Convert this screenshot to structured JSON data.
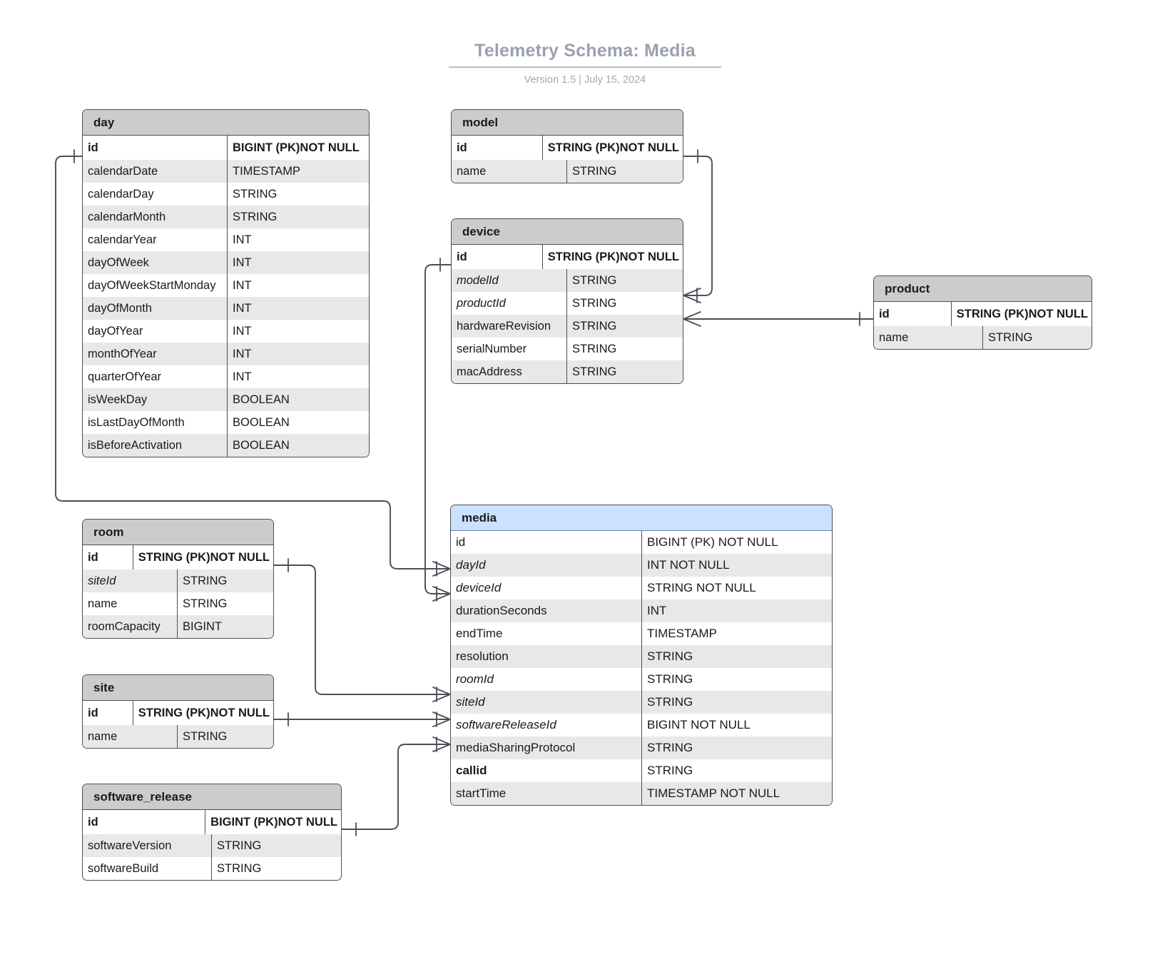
{
  "title": "Telemetry Schema: Media",
  "subtitle": "Version 1.5  |  July 15, 2024",
  "colors": {
    "accent_header": "#cce0ff",
    "default_header": "#cccccc",
    "row_alt": "#e8e8e8",
    "border": "#4a4f57",
    "title_text": "#9aa1ad"
  },
  "entities": [
    {
      "name": "day",
      "accent": false,
      "fields": [
        {
          "name": "id",
          "type": "BIGINT (PK)",
          "type2": "NOT NULL",
          "pk": true,
          "fk": false
        },
        {
          "name": "calendarDate",
          "type": "TIMESTAMP",
          "pk": false,
          "fk": false
        },
        {
          "name": "calendarDay",
          "type": "STRING",
          "pk": false,
          "fk": false
        },
        {
          "name": "calendarMonth",
          "type": "STRING",
          "pk": false,
          "fk": false
        },
        {
          "name": "calendarYear",
          "type": "INT",
          "pk": false,
          "fk": false
        },
        {
          "name": "dayOfWeek",
          "type": "INT",
          "pk": false,
          "fk": false
        },
        {
          "name": "dayOfWeekStartMonday",
          "type": "INT",
          "pk": false,
          "fk": false
        },
        {
          "name": "dayOfMonth",
          "type": "INT",
          "pk": false,
          "fk": false
        },
        {
          "name": "dayOfYear",
          "type": "INT",
          "pk": false,
          "fk": false
        },
        {
          "name": "monthOfYear",
          "type": "INT",
          "pk": false,
          "fk": false
        },
        {
          "name": "quarterOfYear",
          "type": "INT",
          "pk": false,
          "fk": false
        },
        {
          "name": "isWeekDay",
          "type": "BOOLEAN",
          "pk": false,
          "fk": false
        },
        {
          "name": "isLastDayOfMonth",
          "type": "BOOLEAN",
          "pk": false,
          "fk": false
        },
        {
          "name": "isBeforeActivation",
          "type": "BOOLEAN",
          "pk": false,
          "fk": false
        }
      ]
    },
    {
      "name": "model",
      "accent": false,
      "fields": [
        {
          "name": "id",
          "type": "STRING (PK)",
          "type2": "NOT NULL",
          "pk": true,
          "fk": false
        },
        {
          "name": "name",
          "type": "STRING",
          "pk": false,
          "fk": false
        }
      ]
    },
    {
      "name": "device",
      "accent": false,
      "fields": [
        {
          "name": "id",
          "type": "STRING (PK)",
          "type2": "NOT NULL",
          "pk": true,
          "fk": false
        },
        {
          "name": "modelId",
          "type": "STRING",
          "pk": false,
          "fk": true
        },
        {
          "name": "productId",
          "type": "STRING",
          "pk": false,
          "fk": true
        },
        {
          "name": "hardwareRevision",
          "type": "STRING",
          "pk": false,
          "fk": false
        },
        {
          "name": "serialNumber",
          "type": "STRING",
          "pk": false,
          "fk": false
        },
        {
          "name": "macAddress",
          "type": "STRING",
          "pk": false,
          "fk": false
        }
      ]
    },
    {
      "name": "product",
      "accent": false,
      "fields": [
        {
          "name": "id",
          "type": "STRING (PK)",
          "type2": "NOT NULL",
          "pk": true,
          "fk": false
        },
        {
          "name": "name",
          "type": "STRING",
          "pk": false,
          "fk": false
        }
      ]
    },
    {
      "name": "media",
      "accent": true,
      "fields": [
        {
          "name": "id",
          "type": "BIGINT (PK) NOT NULL",
          "pk": false,
          "fk": false
        },
        {
          "name": "dayId",
          "type": "INT NOT NULL",
          "pk": false,
          "fk": true
        },
        {
          "name": "deviceId",
          "type": "STRING NOT NULL",
          "pk": false,
          "fk": true
        },
        {
          "name": "durationSeconds",
          "type": "INT",
          "pk": false,
          "fk": false
        },
        {
          "name": "endTime",
          "type": "TIMESTAMP",
          "pk": false,
          "fk": false
        },
        {
          "name": "resolution",
          "type": "STRING",
          "pk": false,
          "fk": false
        },
        {
          "name": "roomId",
          "type": "STRING",
          "pk": false,
          "fk": true
        },
        {
          "name": "siteId",
          "type": "STRING",
          "pk": false,
          "fk": true
        },
        {
          "name": "softwareReleaseId",
          "type": "BIGINT NOT NULL",
          "pk": false,
          "fk": true
        },
        {
          "name": "mediaSharingProtocol",
          "type": "STRING",
          "pk": false,
          "fk": false
        },
        {
          "name": "callid",
          "type": "STRING",
          "pk": false,
          "fk": false,
          "bold_name": true
        },
        {
          "name": "startTime",
          "type": "TIMESTAMP NOT NULL",
          "pk": false,
          "fk": false
        }
      ]
    },
    {
      "name": "room",
      "accent": false,
      "fields": [
        {
          "name": "id",
          "type": "STRING (PK)",
          "type2": "NOT NULL",
          "pk": true,
          "fk": false
        },
        {
          "name": "siteId",
          "type": "STRING",
          "pk": false,
          "fk": true
        },
        {
          "name": "name",
          "type": "STRING",
          "pk": false,
          "fk": false
        },
        {
          "name": "roomCapacity",
          "type": "BIGINT",
          "pk": false,
          "fk": false
        }
      ]
    },
    {
      "name": "site",
      "accent": false,
      "fields": [
        {
          "name": "id",
          "type": "STRING (PK)",
          "type2": "NOT NULL",
          "pk": true,
          "fk": false
        },
        {
          "name": "name",
          "type": "STRING",
          "pk": false,
          "fk": false
        }
      ]
    },
    {
      "name": "software_release",
      "accent": false,
      "fields": [
        {
          "name": "id",
          "type": "BIGINT (PK)",
          "type2": "NOT NULL",
          "pk": true,
          "fk": false
        },
        {
          "name": "softwareVersion",
          "type": "STRING",
          "pk": false,
          "fk": false
        },
        {
          "name": "softwareBuild",
          "type": "STRING",
          "pk": false,
          "fk": false
        }
      ]
    }
  ],
  "relationships": [
    {
      "from": "day.id",
      "to": "media.dayId"
    },
    {
      "from": "device.id",
      "to": "media.deviceId"
    },
    {
      "from": "model.id",
      "to": "device.modelId"
    },
    {
      "from": "product.id",
      "to": "device.productId"
    },
    {
      "from": "room.id",
      "to": "media.roomId"
    },
    {
      "from": "site.id",
      "to": "media.siteId"
    },
    {
      "from": "software_release.id",
      "to": "media.softwareReleaseId"
    }
  ]
}
